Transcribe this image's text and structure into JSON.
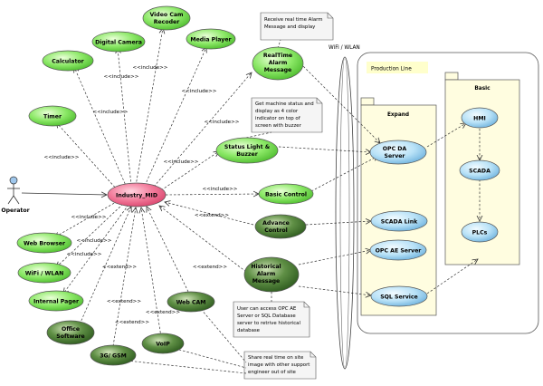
{
  "actor": {
    "label": "Operator"
  },
  "center": {
    "label": "Industry_MID"
  },
  "left_use_cases": {
    "video_cam": [
      "Video Cam",
      "Recoder"
    ],
    "digital_camera": "Digital Camera",
    "media_player": "Media Player",
    "calculator": "Calculator",
    "timer": "Timer",
    "web_browser": "Web Browser",
    "wifi_wlan": "WiFi / WLAN",
    "internal_pager": "Internal Pager",
    "office_software": [
      "Office",
      "Software"
    ],
    "g3_gsm": "3G/ GSM",
    "voip": "VoIP",
    "web_cam": "Web CAM"
  },
  "right_use_cases": {
    "realtime_alarm": [
      "RealTime",
      "Alarm",
      "Message"
    ],
    "status_light": [
      "Status Light &",
      "Buzzer"
    ],
    "basic_control": "Basic Control",
    "advance_control": [
      "Advance",
      "Control"
    ],
    "historical_alarm": [
      "Historical",
      "Alarm",
      "Message"
    ]
  },
  "expand_use_cases": {
    "opc_da": [
      "OPC DA",
      "Server"
    ],
    "scada_link": "SCADA Link",
    "opc_ae": "OPC AE Server",
    "sql": "SQL Service"
  },
  "basic_use_cases": {
    "hmi": "HMI",
    "scada": "SCADA",
    "plcs": "PLCs"
  },
  "packages": {
    "production_line": "Production Line",
    "expand": "Expand",
    "basic": "Basic"
  },
  "wifi_label": "WiFi / WLAN",
  "relations": {
    "include": "<<include>>",
    "extend": "<<extend>>"
  },
  "notes": {
    "alarm_note": [
      "Receive real time Alarm",
      "Message and display"
    ],
    "status_note": [
      "Get machine status and",
      "display as 4 color",
      "indicator on top of",
      "screen with buzzer"
    ],
    "opc_note": [
      "User can access OPC AE",
      "Server or SQL Database",
      "server to retrive historical",
      "database"
    ],
    "webcam_note": [
      "Share real time on site",
      "image with other support",
      "engineer out of site"
    ]
  },
  "colors": {
    "green_light": "#7fe05a",
    "green_dark": "#3f7a2a",
    "pink": "#f27a9a",
    "blue": "#9fd0ef"
  }
}
